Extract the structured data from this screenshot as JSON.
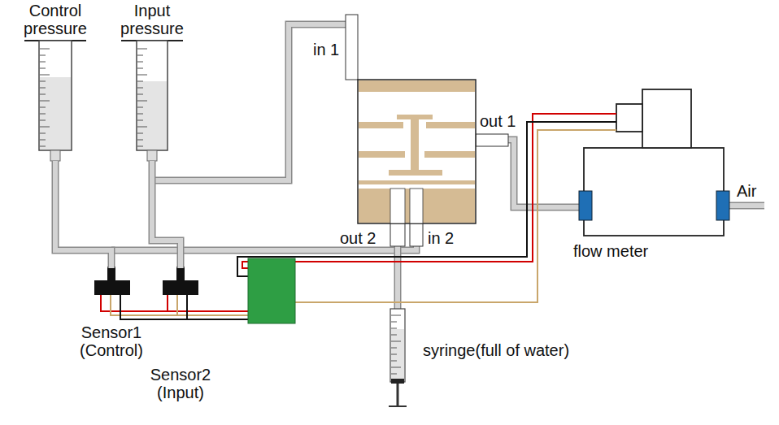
{
  "diagram": {
    "nodes": [
      {
        "text": [
          "Control pressure"
        ]
      },
      {
        "text": [
          "Input pressure"
        ]
      },
      {
        "text": [
          "flow meter"
        ]
      },
      {
        "text": [
          "Sensor1 (Control)"
        ]
      },
      {
        "text": [
          "Sensor2 (Input)"
        ]
      },
      {
        "text": [
          "syringe(full of water)"
        ]
      }
    ],
    "edges": [
      {
        "from": 0,
        "to": 3,
        "arrow": "none"
      },
      {
        "from": 1,
        "to": 4,
        "arrow": "none"
      }
    ],
    "labels": [
      "in 1",
      "out 1",
      "out 2",
      "in 2",
      "Air"
    ]
  }
}
